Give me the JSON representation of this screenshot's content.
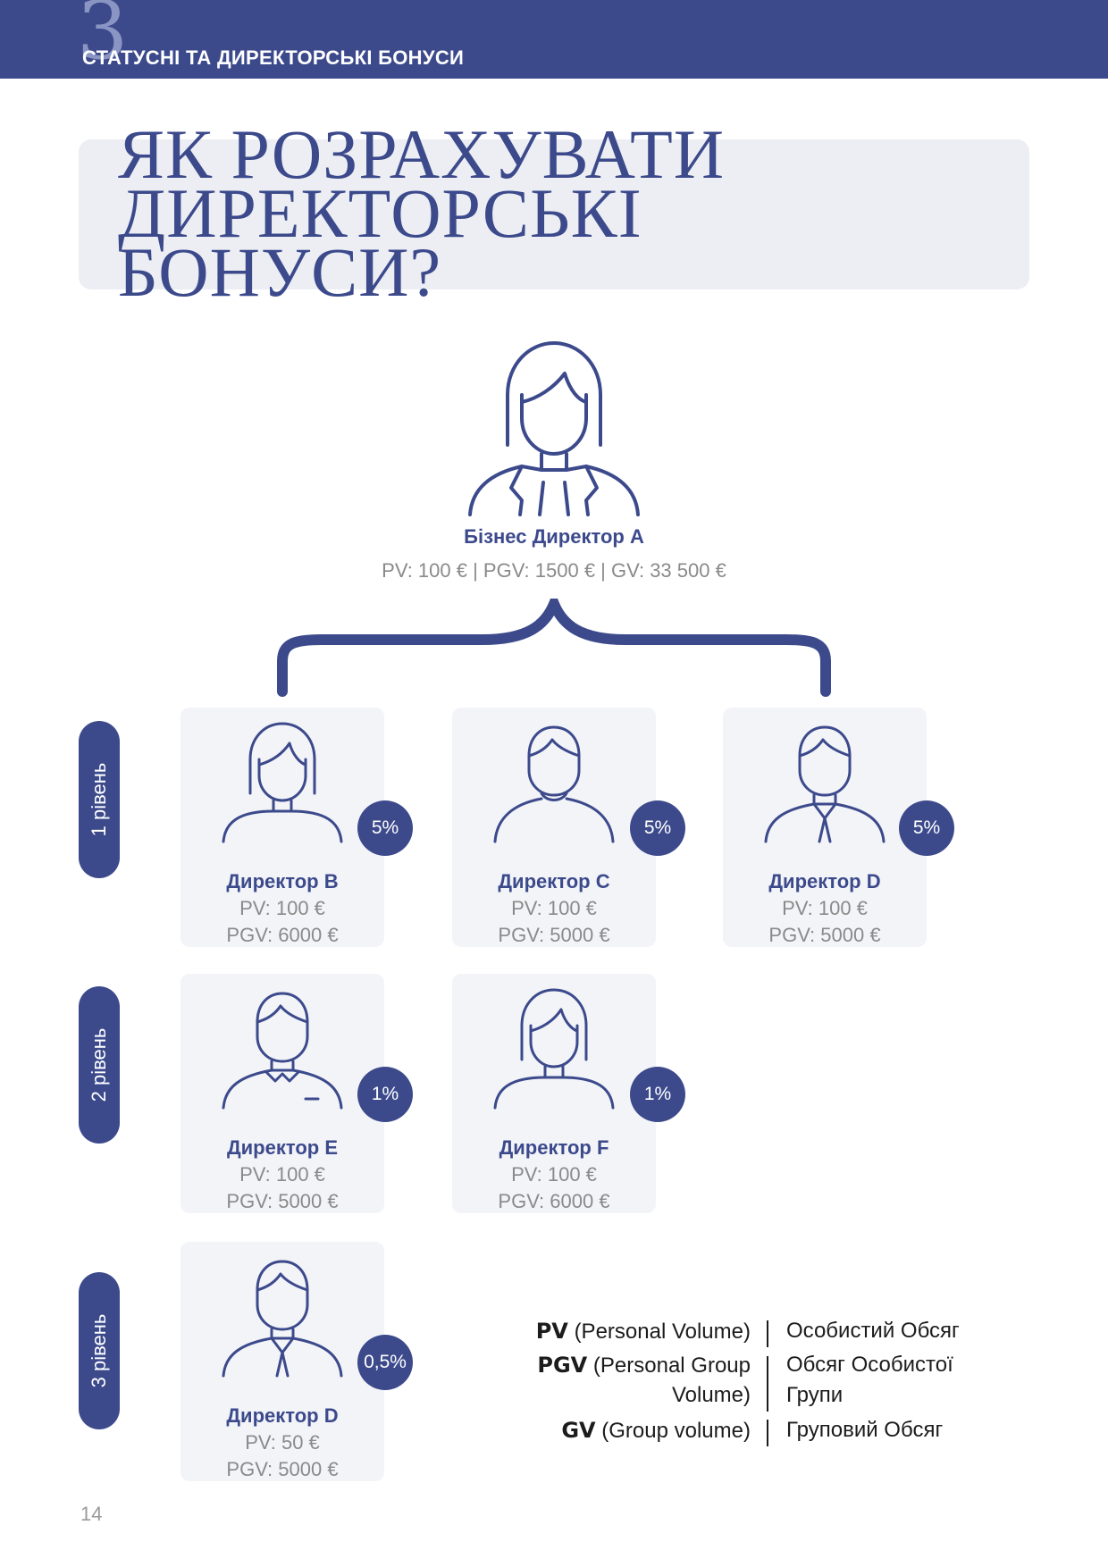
{
  "header": {
    "chapter_number": "3",
    "chapter_title": "СТАТУСНІ ТА ДИРЕКТОРСЬКІ БОНУСИ"
  },
  "title": {
    "line1": "ЯК РОЗРАХУВАТИ",
    "line2": "ДИРЕКТОРСЬКІ",
    "line3": "БОНУСИ?"
  },
  "top": {
    "name": "Бізнес Директор А",
    "stats": "PV: 100 € | PGV: 1500 € | GV: 33 500 €"
  },
  "levels": [
    "1 рівень",
    "2 рівень",
    "3 рівень"
  ],
  "cards": [
    {
      "name": "Директор B",
      "pv": "PV: 100 €",
      "pgv": "PGV: 6000 €",
      "badge": "5%",
      "icon": "woman-icon"
    },
    {
      "name": "Директор C",
      "pv": "PV: 100 €",
      "pgv": "PGV: 5000 €",
      "badge": "5%",
      "icon": "man-icon"
    },
    {
      "name": "Директор D",
      "pv": "PV: 100 €",
      "pgv": "PGV: 5000 €",
      "badge": "5%",
      "icon": "man-tie-icon"
    },
    {
      "name": "Директор E",
      "pv": "PV: 100 €",
      "pgv": "PGV: 5000 €",
      "badge": "1%",
      "icon": "man-collar-icon"
    },
    {
      "name": "Директор F",
      "pv": "PV: 100 €",
      "pgv": "PGV: 6000 €",
      "badge": "1%",
      "icon": "woman-icon"
    },
    {
      "name": "Директор D",
      "pv": "PV: 50 €",
      "pgv": "PGV: 5000 €",
      "badge": "0,5%",
      "icon": "man-tie-icon"
    }
  ],
  "legend": [
    {
      "abbr": "PV",
      "full_en": "(Personal Volume)",
      "uk": "Особистий Обсяг"
    },
    {
      "abbr": "PGV",
      "full_en_1": "(Personal Group",
      "full_en_2": "Volume)",
      "uk_1": "Обсяг Особистої",
      "uk_2": "Групи"
    },
    {
      "abbr": "GV",
      "full_en": "(Group volume)",
      "uk": "Груповий Обсяг"
    }
  ],
  "page_number": "14",
  "colors": {
    "primary": "#3c4a8c",
    "card_bg": "#f3f4f8",
    "muted_text": "#8a8a8a"
  }
}
